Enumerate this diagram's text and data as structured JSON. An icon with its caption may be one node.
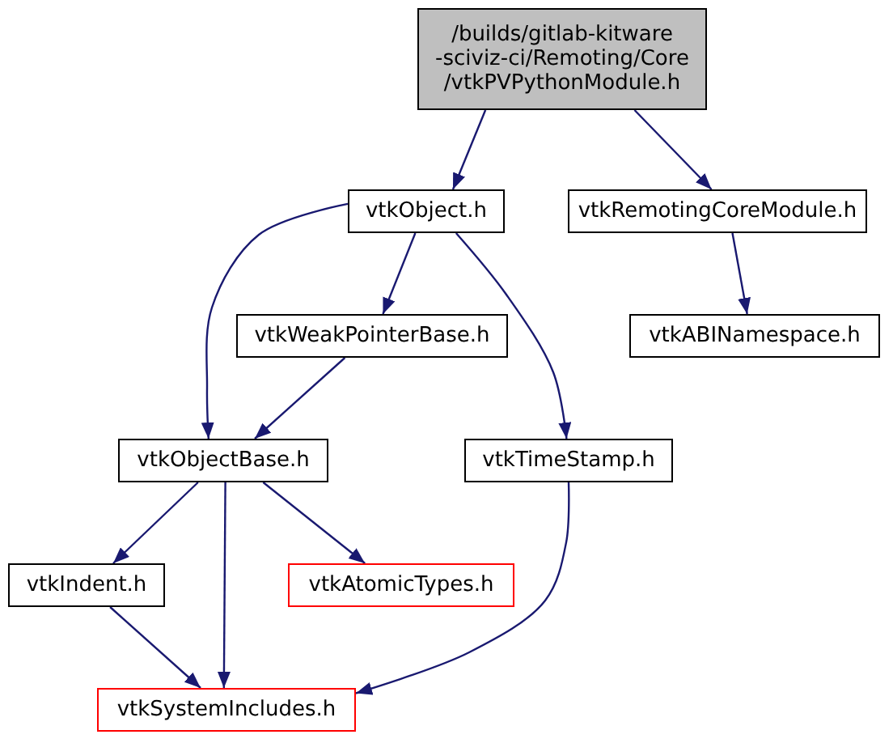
{
  "diagram": {
    "nodes": [
      {
        "text": [
          "/builds/gitlab-kitware -sciviz-ci/Remoting/Core /vtkPVPythonModule.h"
        ]
      },
      {
        "text": [
          "vtkObject.h"
        ]
      },
      {
        "text": [
          "vtkRemotingCoreModule.h"
        ]
      },
      {
        "text": [
          "vtkWeakPointerBase.h"
        ]
      },
      {
        "text": [
          "vtkABINamespace.h"
        ]
      },
      {
        "text": [
          "vtkObjectBase.h"
        ]
      },
      {
        "text": [
          "vtkTimeStamp.h"
        ]
      },
      {
        "text": [
          "vtkIndent.h"
        ]
      },
      {
        "text": [
          "vtkAtomicTypes.h"
        ]
      },
      {
        "text": [
          "vtkSystemIncludes.h"
        ]
      }
    ],
    "edges": [
      {
        "from": 0,
        "to": 1,
        "arrow": "to"
      },
      {
        "from": 0,
        "to": 2,
        "arrow": "to"
      },
      {
        "from": 1,
        "to": 5,
        "arrow": "to"
      },
      {
        "from": 1,
        "to": 3,
        "arrow": "to"
      },
      {
        "from": 1,
        "to": 6,
        "arrow": "to"
      },
      {
        "from": 3,
        "to": 5,
        "arrow": "to"
      },
      {
        "from": 2,
        "to": 4,
        "arrow": "to"
      },
      {
        "from": 5,
        "to": 7,
        "arrow": "to"
      },
      {
        "from": 5,
        "to": 8,
        "arrow": "to"
      },
      {
        "from": 5,
        "to": 9,
        "arrow": "to"
      },
      {
        "from": 6,
        "to": 9,
        "arrow": "to"
      },
      {
        "from": 7,
        "to": 9,
        "arrow": "to"
      }
    ]
  }
}
